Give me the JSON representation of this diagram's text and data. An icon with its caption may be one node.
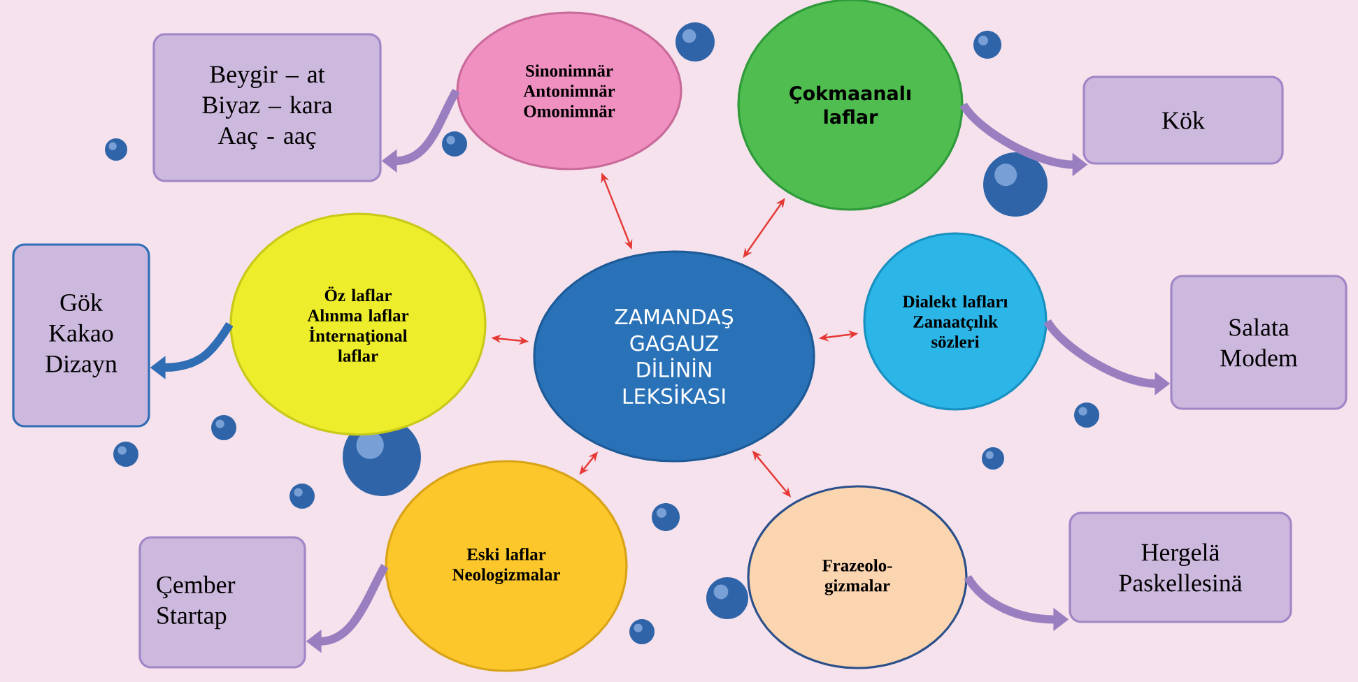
{
  "diagram": {
    "nodes": [
      {
        "text": [
          "ZAMANDAŞ GAGAUZ DİLİNİN LEKSİKASI"
        ]
      },
      {
        "text": [
          "Sinonimnär Antonimnär Omonimnär"
        ]
      },
      {
        "text": [
          "Çokmaanalı laflar"
        ]
      },
      {
        "text": [
          "Öz laflar Alınma laflar İnternaţional laflar"
        ]
      },
      {
        "text": [
          "Dialekt lafları Zanaatçılık sözleri"
        ]
      },
      {
        "text": [
          "Eski laflar Neologizmalar"
        ]
      },
      {
        "text": [
          "Frazeolo- gizmalar"
        ]
      },
      {
        "text": [
          "Beygir – at Biyaz – kara Aaç - aaç"
        ]
      },
      {
        "text": [
          "Kök"
        ]
      },
      {
        "text": [
          "Gök Kakao Dizayn"
        ]
      },
      {
        "text": [
          "Salata Modem"
        ]
      },
      {
        "text": [
          "Çember Startap"
        ]
      },
      {
        "text": [
          "Hergelä Paskellesinä"
        ]
      }
    ],
    "edges": [
      {
        "from": 0,
        "to": 1,
        "arrow": "both"
      },
      {
        "from": 0,
        "to": 2,
        "arrow": "both"
      },
      {
        "from": 0,
        "to": 3,
        "arrow": "both"
      },
      {
        "from": 0,
        "to": 4,
        "arrow": "both"
      },
      {
        "from": 0,
        "to": 5,
        "arrow": "both"
      },
      {
        "from": 0,
        "to": 6,
        "arrow": "both"
      },
      {
        "from": 1,
        "to": 7,
        "arrow": "to",
        "style": "thick",
        "color": "#9a7fc0"
      },
      {
        "from": 2,
        "to": 8,
        "arrow": "to",
        "style": "thick",
        "color": "#9a7fc0"
      },
      {
        "from": 3,
        "to": 9,
        "arrow": "to",
        "style": "thick",
        "color": "#2f6db5"
      },
      {
        "from": 4,
        "to": 10,
        "arrow": "to",
        "style": "thick",
        "color": "#9a7fc0"
      },
      {
        "from": 5,
        "to": 11,
        "arrow": "to",
        "style": "thick",
        "color": "#9a7fc0"
      },
      {
        "from": 6,
        "to": 12,
        "arrow": "to",
        "style": "thick",
        "color": "#9a7fc0"
      }
    ]
  }
}
